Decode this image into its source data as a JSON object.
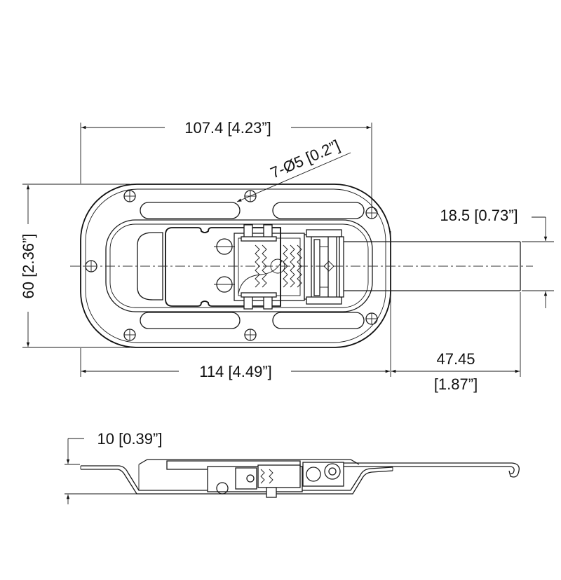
{
  "dimensions": {
    "top_width": "107.4 [4.23”]",
    "hole_callout": "7-Ø5 [0.2”]",
    "handle_width": "18.5 [0.73”]",
    "height": "60 [2.36”]",
    "bottom_width": "114 [4.49”]",
    "handle_extension": "47.45",
    "handle_extension_inch": "[1.87”]",
    "thickness": "10 [0.39”]"
  }
}
